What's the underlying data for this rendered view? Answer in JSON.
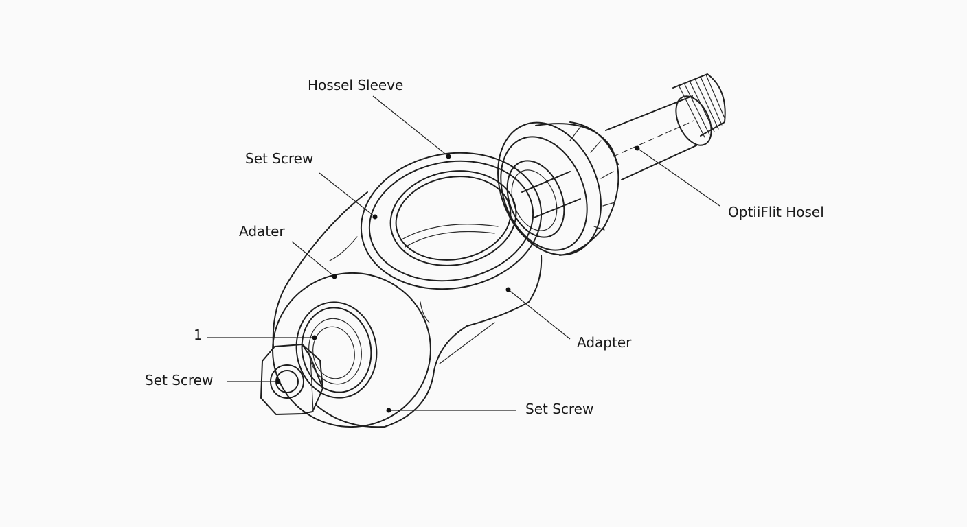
{
  "labels": {
    "hossel_sleeve": "Hossel Sleeve",
    "set_screw_top": "Set Screw",
    "adater": "Adater",
    "optifit_hosel": "OptiiFlit Hosel",
    "number_one": "1",
    "adapter": "Adapter",
    "set_screw_left": "Set Screw",
    "set_screw_bottom": "Set Screw"
  },
  "colors": {
    "background": "#fafafa",
    "ink": "#1e1e1e"
  }
}
